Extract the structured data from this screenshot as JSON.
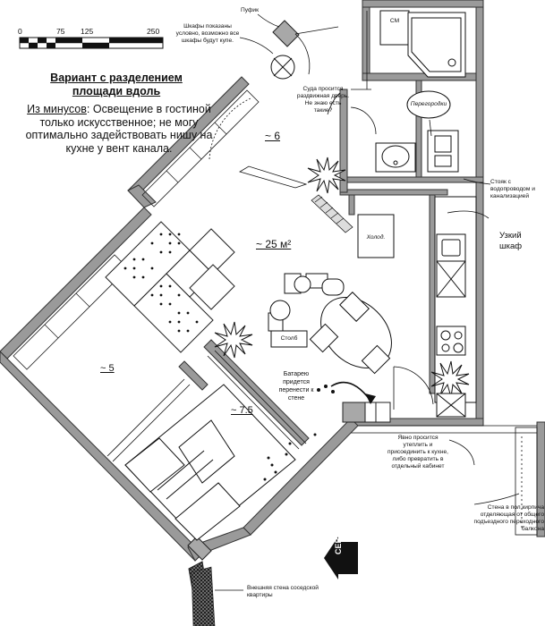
{
  "scale": {
    "ticks": [
      "0",
      "75",
      "125",
      "250"
    ]
  },
  "title": "Вариант с разделением площади вдоль",
  "minus_label": "Из минусов",
  "minus_text": ": Освещение в гостиной только искусственное; не могу оптимально задействовать нишу на кухне у вент канала.",
  "notes": {
    "pufik": "Пуфик",
    "wardrobes": "Шкафы показаны условно, возможно все шкафы будут купе.",
    "sliding_door": "Суда просится раздвижная дверь. Не знаю есть такие?",
    "peregorodki": "Перегородки",
    "stoyak": "Стояк с водопроводом и канализацией",
    "narrow_cabinet": "Узкий шкаф",
    "holod": "Холод.",
    "stolb": "Столб",
    "battery": "Батарею придется перенести к стене",
    "balcony_note": "Явно просится утеплить и присоединить к кухне, либо превратить в отдельный кабинет",
    "balcony_wall": "Стена в пол кирпича отделяющая от общего подъездного переходного балкона",
    "outer_wall": "Внешняя стена соседской квартиры",
    "sm": "СМ",
    "north": "СЕВЕР"
  },
  "areas": {
    "hall": "~ 6",
    "living": "~ 25 м²",
    "wardrobe": "~ 5",
    "bedroom": "~ 7.5"
  },
  "colors": {
    "wall_fill": "#9a9a9a",
    "wall_stroke": "#333333",
    "ink": "#111111"
  }
}
